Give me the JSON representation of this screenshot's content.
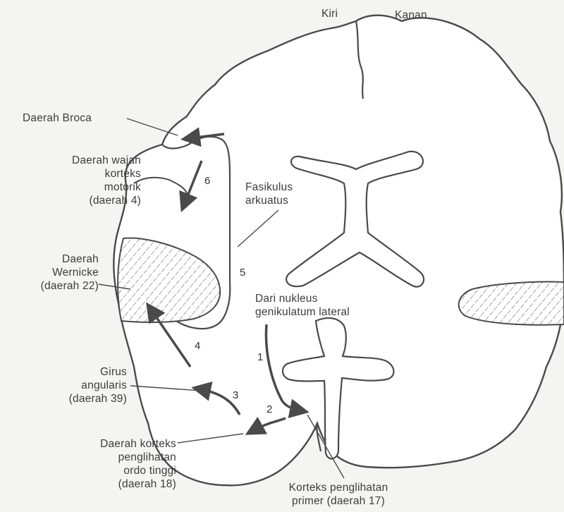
{
  "hemispheres": {
    "left": "Kiri",
    "right": "Kanan"
  },
  "labels": {
    "broca": "Daerah Broca",
    "face_motor": [
      "Daerah wajah",
      "korteks",
      "motorik",
      "(daerah 4)"
    ],
    "wernicke": [
      "Daerah",
      "Wernicke",
      "(daerah 22)"
    ],
    "angular": [
      "Girus",
      "angularis",
      "(daerah 39)"
    ],
    "higher_visual": [
      "Daerah korteks",
      "penglihatan",
      "ordo tinggi",
      "(daerah 18)"
    ],
    "fasciculus": [
      "Fasikulus",
      "arkuatus"
    ],
    "lgn": [
      "Dari nukleus",
      "genikulatum lateral"
    ],
    "primary_visual": [
      "Korteks penglihatan",
      "primer (daerah 17)"
    ]
  },
  "pathway_steps": [
    "1",
    "2",
    "3",
    "4",
    "5",
    "6"
  ],
  "colors": {
    "outline": "#4a4a4a",
    "hatch": "#7d7d7d",
    "text": "#3c3c3c",
    "background": "#f4f5f3"
  }
}
